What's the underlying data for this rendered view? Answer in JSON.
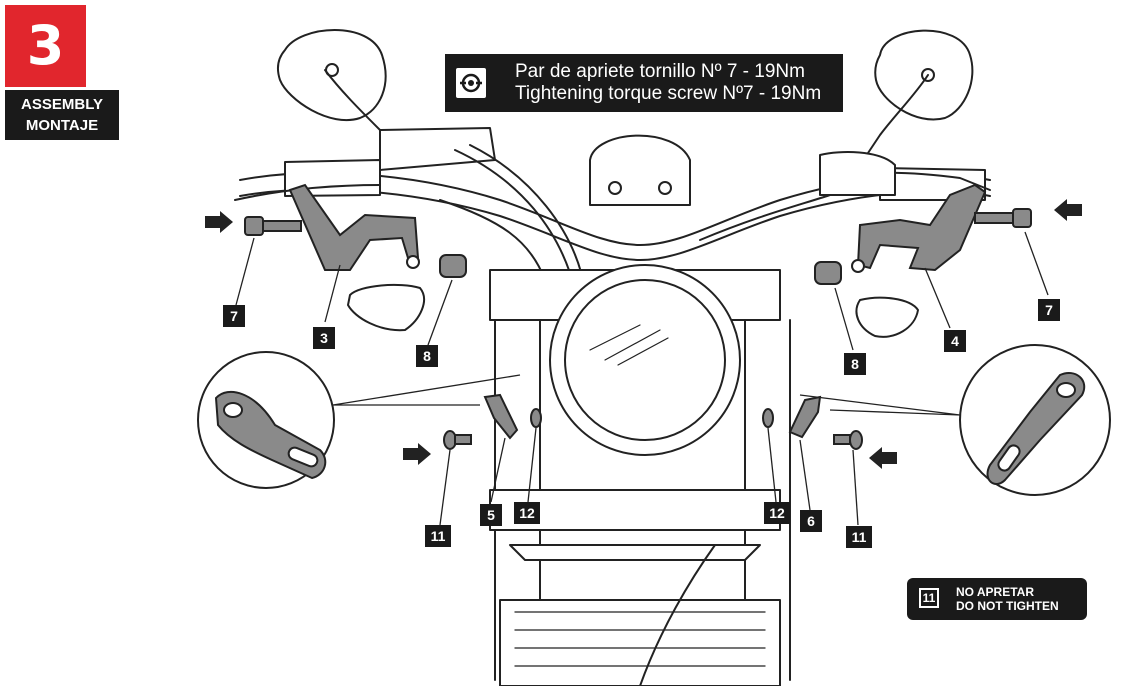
{
  "step": {
    "number": "3",
    "label_line1": "ASSEMBLY",
    "label_line2": "MONTAJE"
  },
  "torque_note": {
    "icon": "torque-wrench-icon",
    "line1": "Par de apriete tornillo  Nº 7 -  19Nm",
    "line2": "Tightening torque screw Nº7 - 19Nm"
  },
  "callouts": {
    "c7_left": "7",
    "c3": "3",
    "c8_left": "8",
    "c4": "4",
    "c7_right": "7",
    "c8_right": "8",
    "c11_left": "11",
    "c5": "5",
    "c12_left": "12",
    "c12_right": "12",
    "c6": "6",
    "c11_right": "11"
  },
  "legend": {
    "number": "11",
    "line1": "NO APRETAR",
    "line2": "DO NOT TIGHTEN"
  },
  "colors": {
    "accent_red": "#e1262d",
    "label_black": "#1a1a1a",
    "line": "#222222",
    "part_grey": "#8a8a8a"
  }
}
